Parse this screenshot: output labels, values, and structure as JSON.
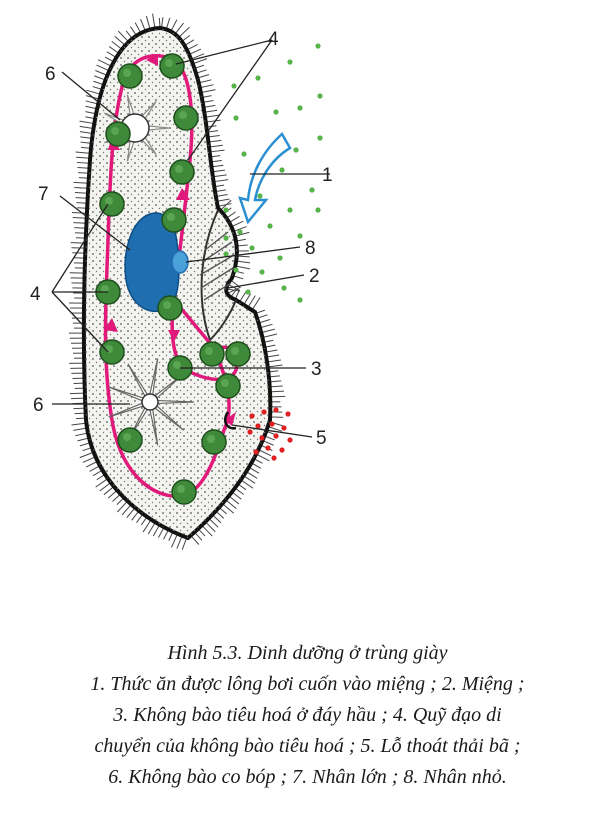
{
  "figure": {
    "labels": [
      "1",
      "2",
      "3",
      "4",
      "4",
      "5",
      "6",
      "6",
      "7",
      "8"
    ]
  },
  "caption": {
    "title": "Hình 5.3. Dinh dưỡng ở trùng giày",
    "lines": [
      "1. Thức ăn được lông bơi cuốn vào miệng ; 2. Miệng ;",
      "3. Không bào tiêu hoá ở đáy hầu ; 4. Quỹ đạo di",
      "chuyển của không bào tiêu hoá ; 5. Lỗ thoát thải bã ;",
      "6. Không bào co bóp ; 7. Nhân lớn ; 8. Nhân nhỏ."
    ]
  },
  "colors": {
    "outline": "#111111",
    "path": "#e0197a",
    "vacuole": "#3f8a3a",
    "nucleus": "#1f6fb0",
    "food": "#57b34a",
    "waste": "#e02020",
    "arrow": "#2a8fd0"
  }
}
